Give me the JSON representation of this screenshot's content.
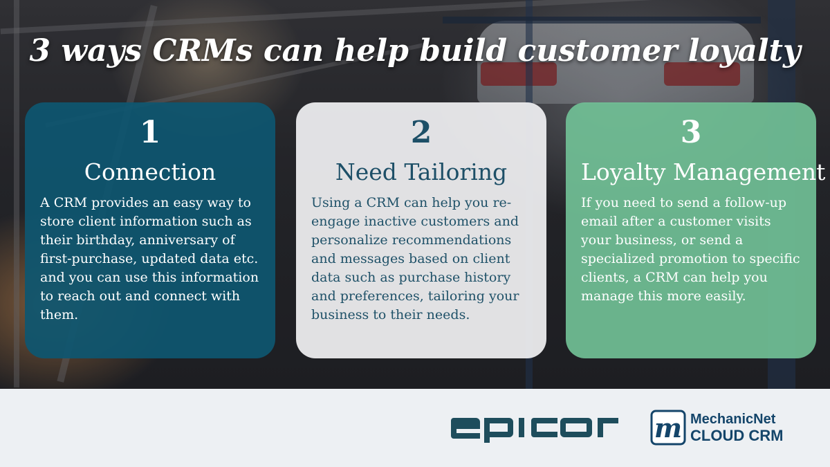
{
  "title": "3 ways CRMs can help build customer loyalty",
  "cards": [
    {
      "number": "1",
      "heading": "Connection",
      "body": "A CRM provides an easy way to store client information such as their birthday, anniversary of first-purchase, updated data etc. and you can use this information to reach out and connect with them."
    },
    {
      "number": "2",
      "heading": "Need Tailoring",
      "body": "Using a CRM can help you re-engage inactive customers and personalize recommendations and messages based on client data such as purchase history and preferences, tailoring your business to their needs."
    },
    {
      "number": "3",
      "heading": "Loyalty Management",
      "body": "If you need to send a follow-up email after a customer visits your business, or send a specialized promotion to specific clients, a CRM can help you manage this more easily."
    }
  ],
  "footer": {
    "epicor_logo_text": "epicor",
    "mechanicnet_mark": "m",
    "mechanicnet_line1": "MechanicNet",
    "mechanicnet_line2": "CLOUD CRM"
  },
  "colors": {
    "card1": "#0E5670",
    "card2": "#F0F0F2",
    "card3": "#71C096",
    "brand": "#14456A",
    "epicor": "#1E4D5C"
  }
}
